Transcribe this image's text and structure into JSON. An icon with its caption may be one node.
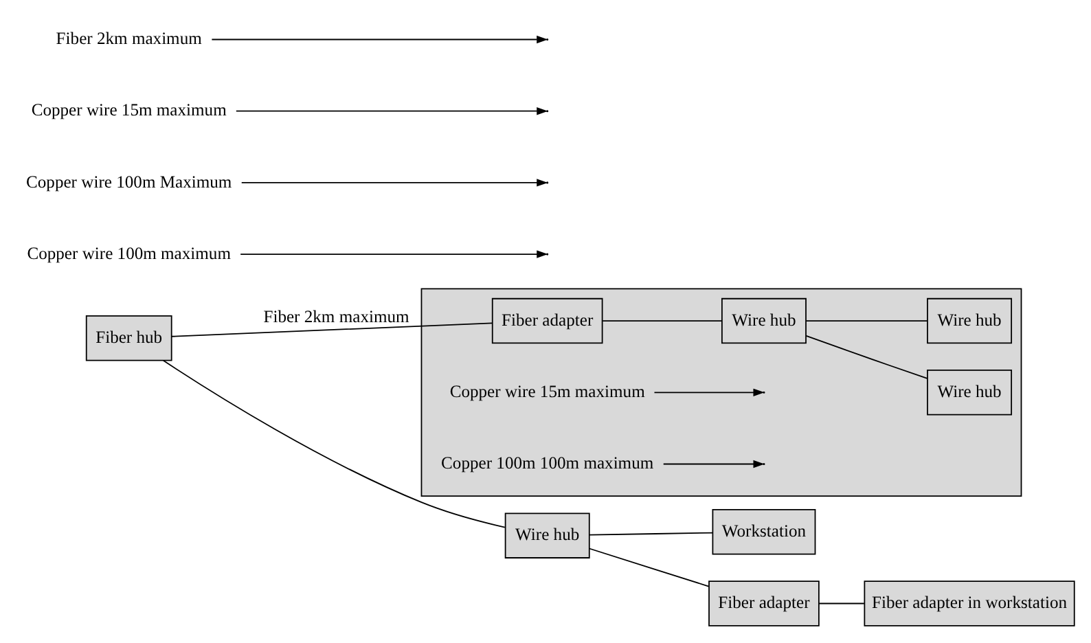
{
  "diagram": {
    "nodes": [
      {
        "text": [],
        "shape": "box"
      },
      {
        "text": [
          "Fiber adapter"
        ],
        "in": 0
      },
      {
        "text": [
          "Wire hub"
        ],
        "in": 0
      },
      {
        "text": [
          "Wire hub"
        ],
        "in": 0
      },
      {
        "text": [
          "Wire hub"
        ],
        "in": 0
      },
      {
        "text": [
          "Fiber hub"
        ]
      },
      {
        "text": [
          "Wire hub"
        ]
      },
      {
        "text": [
          "Workstation"
        ]
      },
      {
        "text": [
          "Fiber adapter"
        ]
      },
      {
        "text": [
          "Fiber adapter in workstation"
        ]
      },
      {
        "text": [
          "Copper wire 100m maximum"
        ]
      },
      {
        "text": [
          "Copper wire 100m Maximum"
        ]
      },
      {
        "text": [
          "Copper wire 15m maximum"
        ]
      },
      {
        "text": [
          "Fiber 2km maximum"
        ]
      },
      {
        "text": [
          "Copper wire 15m maximum"
        ],
        "in": 0
      },
      {
        "text": [
          "Copper 100m 100m maximum"
        ],
        "in": 0
      }
    ],
    "edges": [
      {
        "from": 5,
        "to": 1,
        "arrow": "none",
        "label": "Fiber 2km maximum"
      },
      {
        "from": 1,
        "to": 2,
        "arrow": "none"
      },
      {
        "from": 2,
        "to": 3,
        "arrow": "none"
      },
      {
        "from": 2,
        "to": 4,
        "arrow": "none"
      },
      {
        "from": 5,
        "to": 6,
        "arrow": "none"
      },
      {
        "from": 6,
        "to": 7,
        "arrow": "none"
      },
      {
        "from": 6,
        "to": 8,
        "arrow": "none"
      },
      {
        "from": 8,
        "to": 9,
        "arrow": "none"
      },
      {
        "from": 10,
        "to": null,
        "arrow": "to"
      },
      {
        "from": 11,
        "to": null,
        "arrow": "to"
      },
      {
        "from": 12,
        "to": null,
        "arrow": "to"
      },
      {
        "from": 13,
        "to": null,
        "arrow": "to"
      },
      {
        "from": 14,
        "to": null,
        "arrow": "to"
      },
      {
        "from": 15,
        "to": null,
        "arrow": "to"
      }
    ]
  }
}
